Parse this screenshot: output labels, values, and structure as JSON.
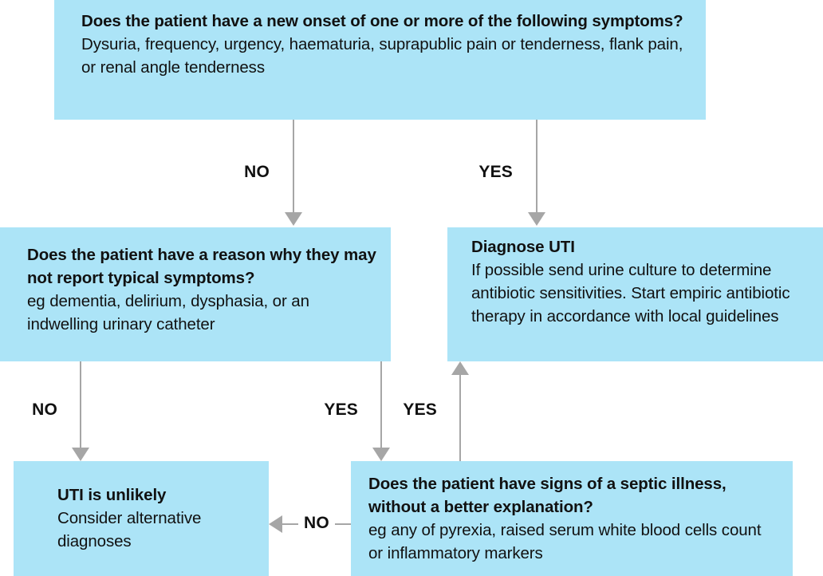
{
  "diagram": {
    "title": "UTI diagnosis decision flowchart",
    "theme": {
      "node_fill": "#ace4f7",
      "connector": "#a6a6a6",
      "text": "#111111",
      "background": "#ffffff"
    },
    "nodes": {
      "symptoms": {
        "title": "Does the patient have a new onset of one or more of the following symptoms?",
        "body": "Dysuria, frequency, urgency, haematuria, suprapublic pain or tenderness, flank pain, or renal angle tenderness"
      },
      "reason": {
        "title": "Does the patient have a reason why they may not report typical symptoms?",
        "body": "eg dementia, delirium, dysphasia, or an indwelling urinary catheter"
      },
      "diagnose": {
        "title": "Diagnose UTI",
        "body": "If possible send urine culture to determine antibiotic sensitivities. Start empiric antibiotic therapy in accordance with local guidelines"
      },
      "unlikely": {
        "title": "UTI is unlikely",
        "body": "Consider alternative diagnoses"
      },
      "septic": {
        "title": "Does the patient have signs of a septic illness, without a better explanation?",
        "body": "eg any of pyrexia, raised serum white blood cells count or inflammatory markers"
      }
    },
    "edges": {
      "symptoms_no": "NO",
      "symptoms_yes": "YES",
      "reason_no": "NO",
      "reason_yes": "YES",
      "septic_yes": "YES",
      "septic_no": "NO"
    }
  }
}
